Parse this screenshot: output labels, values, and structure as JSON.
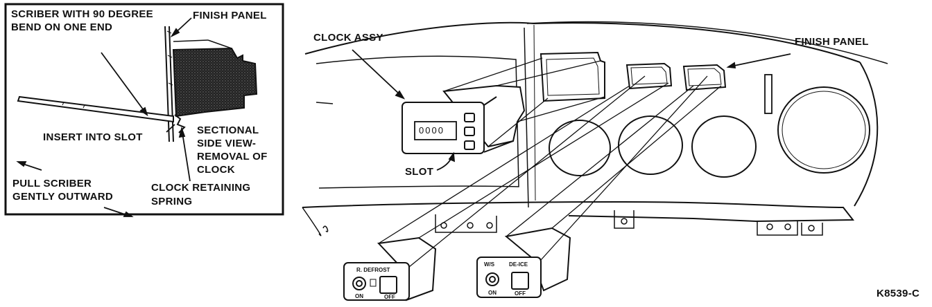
{
  "inset": {
    "scriber_label_line1": "SCRIBER WITH 90 DEGREE",
    "scriber_label_line2": "BEND ON ONE END",
    "finish_panel_label": "FINISH PANEL",
    "insert_label": "INSERT INTO SLOT",
    "sectional_line1": "SECTIONAL",
    "sectional_line2": "SIDE VIEW-",
    "sectional_line3": "REMOVAL OF",
    "sectional_line4": "CLOCK",
    "pull_line1": "PULL SCRIBER",
    "pull_line2": "GENTLY OUTWARD",
    "spring_line1": "CLOCK RETAINING",
    "spring_line2": "SPRING"
  },
  "main": {
    "clock_assy_label": "CLOCK ASSY",
    "finish_panel_label": "FINISH PANEL",
    "slot_label": "SLOT",
    "clock_display": "0000",
    "switch_left": {
      "title": "R. DEFROST",
      "on": "ON",
      "off": "OFF"
    },
    "switch_right": {
      "title_left": "W/S",
      "title_right": "DE-ICE",
      "on": "ON",
      "off": "OFF"
    },
    "figure_code": "K8539-C"
  }
}
